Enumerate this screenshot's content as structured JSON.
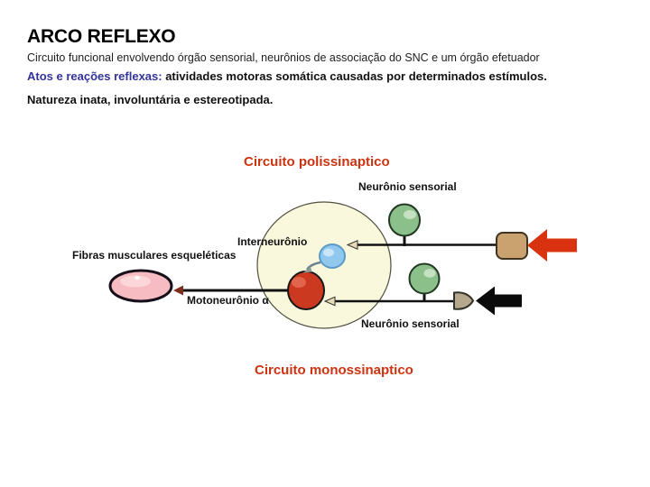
{
  "slide": {
    "title": "ARCO REFLEXO",
    "subtitle": "Circuito funcional envolvendo órgão sensorial, neurônios de associação do SNC e um órgão efetuador",
    "reflex_label": "Atos e reações reflexas:",
    "reflex_text": " atividades motoras somática causadas por determinados estímulos.",
    "nature_text": "Natureza inata, involuntária e estereotipada."
  },
  "diagram": {
    "heading_polysynaptic": "Circuito polissinaptico",
    "heading_monosynaptic": "Circuito monossinaptico",
    "labels": {
      "sensory_top": "Neurônio sensorial",
      "interneuron": "Interneurônio",
      "muscle_fibers": "Fibras musculares esqueléticas",
      "motoneuron": "Motoneurônio α",
      "sensory_bottom": "Neurônio sensorial"
    },
    "colors": {
      "accent_red_heading": "#cc3311",
      "lead_text_blue": "#333399",
      "cns_circle_fill": "#f9f8dc",
      "sensory_neuron_green": "#8cc08a",
      "interneuron_blue": "#90c8ee",
      "motoneuron_red": "#cb3a20",
      "muscle_pink": "#f6bcc1",
      "effector_tan": "#c9a26f",
      "receptor_gray": "#b5a88e",
      "stimulus_arrow_red": "#d8330e",
      "stimulus_arrow_black": "#0b0b0b"
    }
  }
}
